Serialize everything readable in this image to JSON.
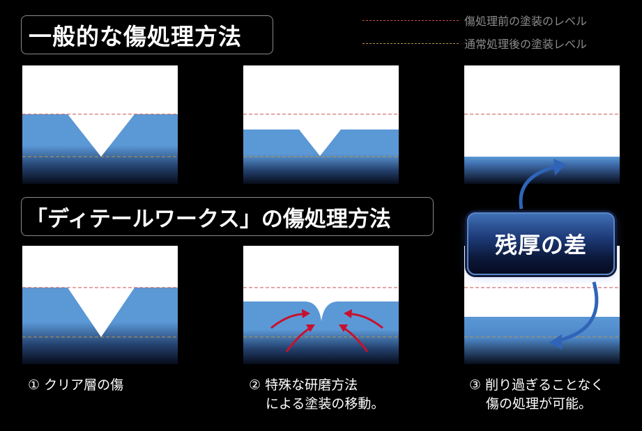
{
  "titles": {
    "general": "一般的な傷処理方法",
    "detailworks": "「ディテールワークス」の傷処理方法"
  },
  "legend": {
    "before_level": "傷処理前の塗装のレベル",
    "after_level": "通常処理後の塗装レベル"
  },
  "badge": {
    "label": "残厚の差"
  },
  "captions": {
    "step1": "① クリア層の傷",
    "step2_line1": "② 特殊な研磨方法",
    "step2_line2": "による塗装の移動。",
    "step3_line1": "③ 削り過ぎることなく",
    "step3_line2": "傷の処理が可能。"
  },
  "colors": {
    "paint_blue": "#5b98d6",
    "paint_dark": "#0a1020",
    "before_line": "#c8504c",
    "after_line": "#b8984e",
    "arrow_red": "#c8102e",
    "arrow_blue": "#2f64b8"
  }
}
